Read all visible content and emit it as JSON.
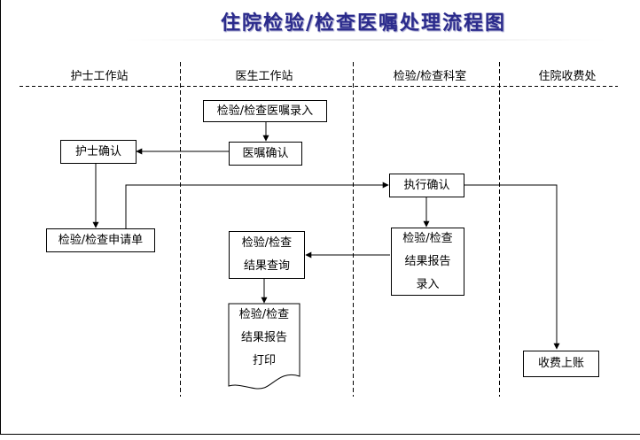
{
  "title": "住院检验/检查医嘱处理流程图",
  "lanes": [
    {
      "label": "护士工作站"
    },
    {
      "label": "医生工作站"
    },
    {
      "label": "检验/检查科室"
    },
    {
      "label": "住院收费处"
    }
  ],
  "nodes": {
    "order_entry": "检验/检查医嘱录入",
    "order_confirm": "医嘱确认",
    "nurse_confirm": "护士确认",
    "request_form": "检验/检查申请单",
    "exec_confirm": "执行确认",
    "result_query": [
      "检验/检查",
      "结果查询"
    ],
    "result_entry": [
      "检验/检查",
      "结果报告",
      "录入"
    ],
    "result_print": [
      "检验/检查",
      "结果报告",
      "打印"
    ],
    "billing": "收费上账"
  }
}
